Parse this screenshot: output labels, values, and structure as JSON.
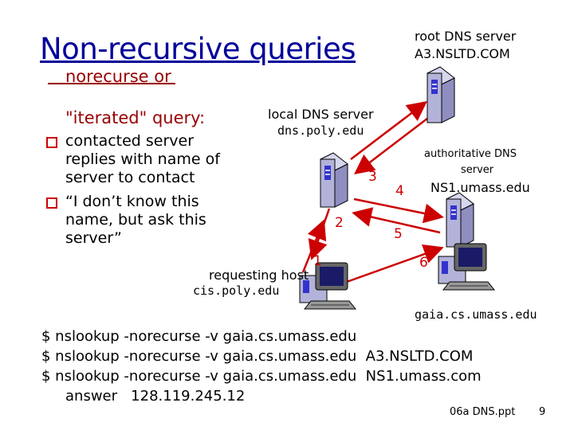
{
  "slide": {
    "title": "Non-recursive queries",
    "subhead_line1": "norecurse or",
    "subhead_line2": "\"iterated\" query:",
    "bullets": [
      "contacted server replies with name of server to contact",
      "“I don’t know this name, but ask this server”"
    ],
    "footer": "06a DNS.ppt",
    "page_number": "9"
  },
  "diagram": {
    "root_server_label1": "root DNS server",
    "root_server_label2": "A3.NSLTD.COM",
    "local_server_label": "local DNS server",
    "local_server_host": "dns.poly.edu",
    "auth_server_label1": "authoritative DNS",
    "auth_server_label2": "server",
    "auth_server_host": "NS1.umass.edu",
    "requesting_host_label": "requesting host",
    "requesting_host_name": "cis.poly.edu",
    "target_host_name": "gaia.cs.umass.edu",
    "step_numbers": [
      "1",
      "2",
      "3",
      "4",
      "5",
      "6"
    ],
    "colors": {
      "arrow": "#cc0000",
      "server_body": "#b3b3d9",
      "server_slot": "#3333cc",
      "title": "#000099",
      "subhead": "#990000"
    }
  },
  "commands": [
    "$ nslookup -norecurse -v gaia.cs.umass.edu",
    "$ nslookup -norecurse -v gaia.cs.umass.edu  A3.NSLTD.COM",
    "$ nslookup -norecurse -v gaia.cs.umass.edu  NS1.umass.com",
    "answer   128.119.245.12"
  ]
}
